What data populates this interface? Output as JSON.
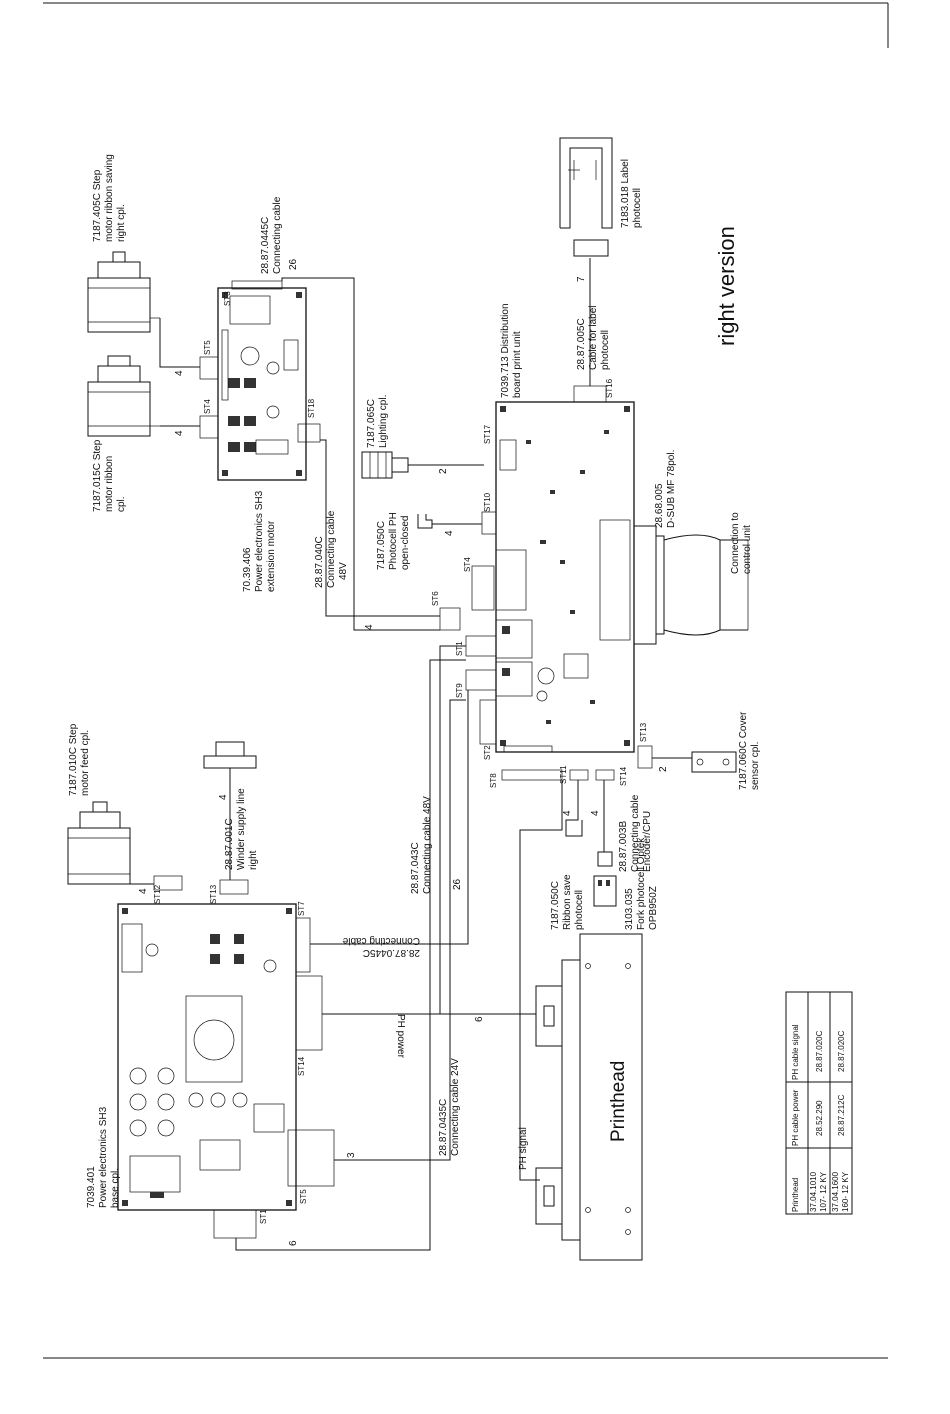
{
  "title": "right version",
  "components": {
    "motor_ribbon_saving": [
      "7187.405C Step",
      "motor ribbon saving",
      "right cpl."
    ],
    "motor_ribbon": [
      "7187.015C Step",
      "motor ribbon",
      "cpl."
    ],
    "cable_445c_top": [
      "28.87.0445C",
      "Connecting cable"
    ],
    "cable_445c_top_count": "26",
    "pe_sh3_ext": [
      "70.39.406",
      "Power electronics SH3",
      "extension motor"
    ],
    "cable_040c": [
      "28.87.040C",
      "Connecting cable",
      "48V"
    ],
    "lighting": [
      "7187.065C",
      "Lighting cpl."
    ],
    "photocell_ph": [
      "7187.050C",
      "Photocell PH",
      "open-closed"
    ],
    "distribution_board": [
      "7039.713 Distribution",
      "board print unit"
    ],
    "cable_005c": [
      "28.87.005C",
      "Cable for label",
      "photocell"
    ],
    "label_photocell": [
      "7183.018 Label",
      "photocell"
    ],
    "dsub": [
      "28.68.005",
      "D-SUB MF 78pol."
    ],
    "control_unit": [
      "Connection to",
      "control unit"
    ],
    "motor_feed": [
      "7187.010C Step",
      "motor feed cpl."
    ],
    "winder_supply": [
      "28.87.001C",
      "Winder supply line",
      "right"
    ],
    "cable_043c": [
      "28.87.043C",
      "Connecting cable 48V"
    ],
    "cable_003b": [
      "28.87.003B",
      "Connecting cable",
      "Encoder/CPU"
    ],
    "ribbon_save": [
      "7187.050C",
      "Ribbon save",
      "photocell"
    ],
    "fork_photocell": [
      "3103.035",
      "Fork photocell Optek",
      "OPB950Z"
    ],
    "cover_sensor": [
      "7187.060C Cover",
      "sensor cpl."
    ],
    "cable_445c_bottom": [
      "Connecting cable",
      "28.87.0445C"
    ],
    "ph_power": "PH power",
    "ph_signal": "PH signal",
    "printhead": "Printhead",
    "cable_435c": [
      "28.87.0435C",
      "Connecting cable 24V"
    ],
    "pe_sh3_base": [
      "7039.401",
      "Power electronics SH3",
      "base cpl."
    ]
  },
  "connectors": {
    "st1": "ST1",
    "st2": "ST2",
    "st3": "ST3",
    "st4": "ST4",
    "st5": "ST5",
    "st6": "ST6",
    "st7": "ST7",
    "st8": "ST8",
    "st9": "ST9",
    "st10": "ST10",
    "st11": "ST11",
    "st12": "ST12",
    "st13": "ST13",
    "st14": "ST14",
    "st16": "ST16",
    "st17": "ST17",
    "st18": "ST18"
  },
  "wire_counts": {
    "w4": "4",
    "w2": "2",
    "w7": "7",
    "w26": "26",
    "w6": "6",
    "w3": "3"
  },
  "table": {
    "headers": [
      "Printhead",
      "PH cable power",
      "PH cable signal"
    ],
    "rows": [
      [
        [
          "37.04.1010",
          "107- 12 KY"
        ],
        "28.52.290",
        "28.87.020C"
      ],
      [
        [
          "37.04.1600",
          "160- 12 KY"
        ],
        "28.87.212C",
        "28.87.020C"
      ]
    ]
  }
}
